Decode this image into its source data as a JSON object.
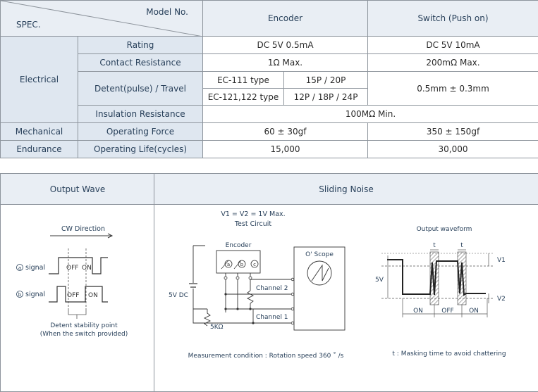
{
  "spec_table": {
    "corner": {
      "model_label": "Model No.",
      "spec_label": "SPEC."
    },
    "columns": {
      "encoder": "Encoder",
      "switch": "Switch (Push on)"
    },
    "groups": {
      "electrical": "Electrical",
      "mechanical": "Mechanical",
      "endurance": "Endurance"
    },
    "rows": {
      "rating": {
        "label": "Rating",
        "encoder": "DC 5V 0.5mA",
        "switch": "DC 5V 10mA"
      },
      "contact": {
        "label": "Contact Resistance",
        "encoder": "1Ω Max.",
        "switch": "200mΩ Max."
      },
      "detent": {
        "label": "Detent(pulse) / Travel",
        "type1": "EC-111 type",
        "val1": "15P / 20P",
        "type2": "EC-121,122 type",
        "val2": "12P / 18P / 24P",
        "switch": "0.5mm ± 0.3mm"
      },
      "insulation": {
        "label": "Insulation Resistance",
        "value": "100MΩ Min."
      },
      "force": {
        "label": "Operating Force",
        "encoder": "60 ± 30gf",
        "switch": "350 ± 150gf"
      },
      "life": {
        "label": "Operating Life(cycles)",
        "encoder": "15,000",
        "switch": "30,000"
      }
    }
  },
  "output_wave": {
    "title": "Output Wave",
    "direction": "CW Direction",
    "signal_a": {
      "mark": "a",
      "label": "signal"
    },
    "signal_b": {
      "mark": "b",
      "label": "signal"
    },
    "off": "OFF",
    "on": "ON",
    "note_line1": "Detent stability point",
    "note_line2": "(When the switch provided)"
  },
  "sliding_noise": {
    "title": "Sliding Noise",
    "spec_line": "V1 = V2 = 1V Max.",
    "test_circuit": "Test Circuit",
    "encoder": "Encoder",
    "pin_a": "a",
    "pin_b": "b",
    "pin_c": "c",
    "scope": "O' Scope",
    "supply": "5V DC",
    "resistor": "5KΩ",
    "channel2": "Channel 2",
    "channel1": "Channel 1",
    "measurement": "Measurement condition : Rotation speed 360 ˚ /s",
    "waveform_title": "Output waveform",
    "t1": "t",
    "t2": "t",
    "v5": "5V",
    "v1": "V1",
    "v2": "V2",
    "wf_on1": "ON",
    "wf_off": "OFF",
    "wf_on2": "ON",
    "masking": "t : Masking time to avoid chattering"
  }
}
